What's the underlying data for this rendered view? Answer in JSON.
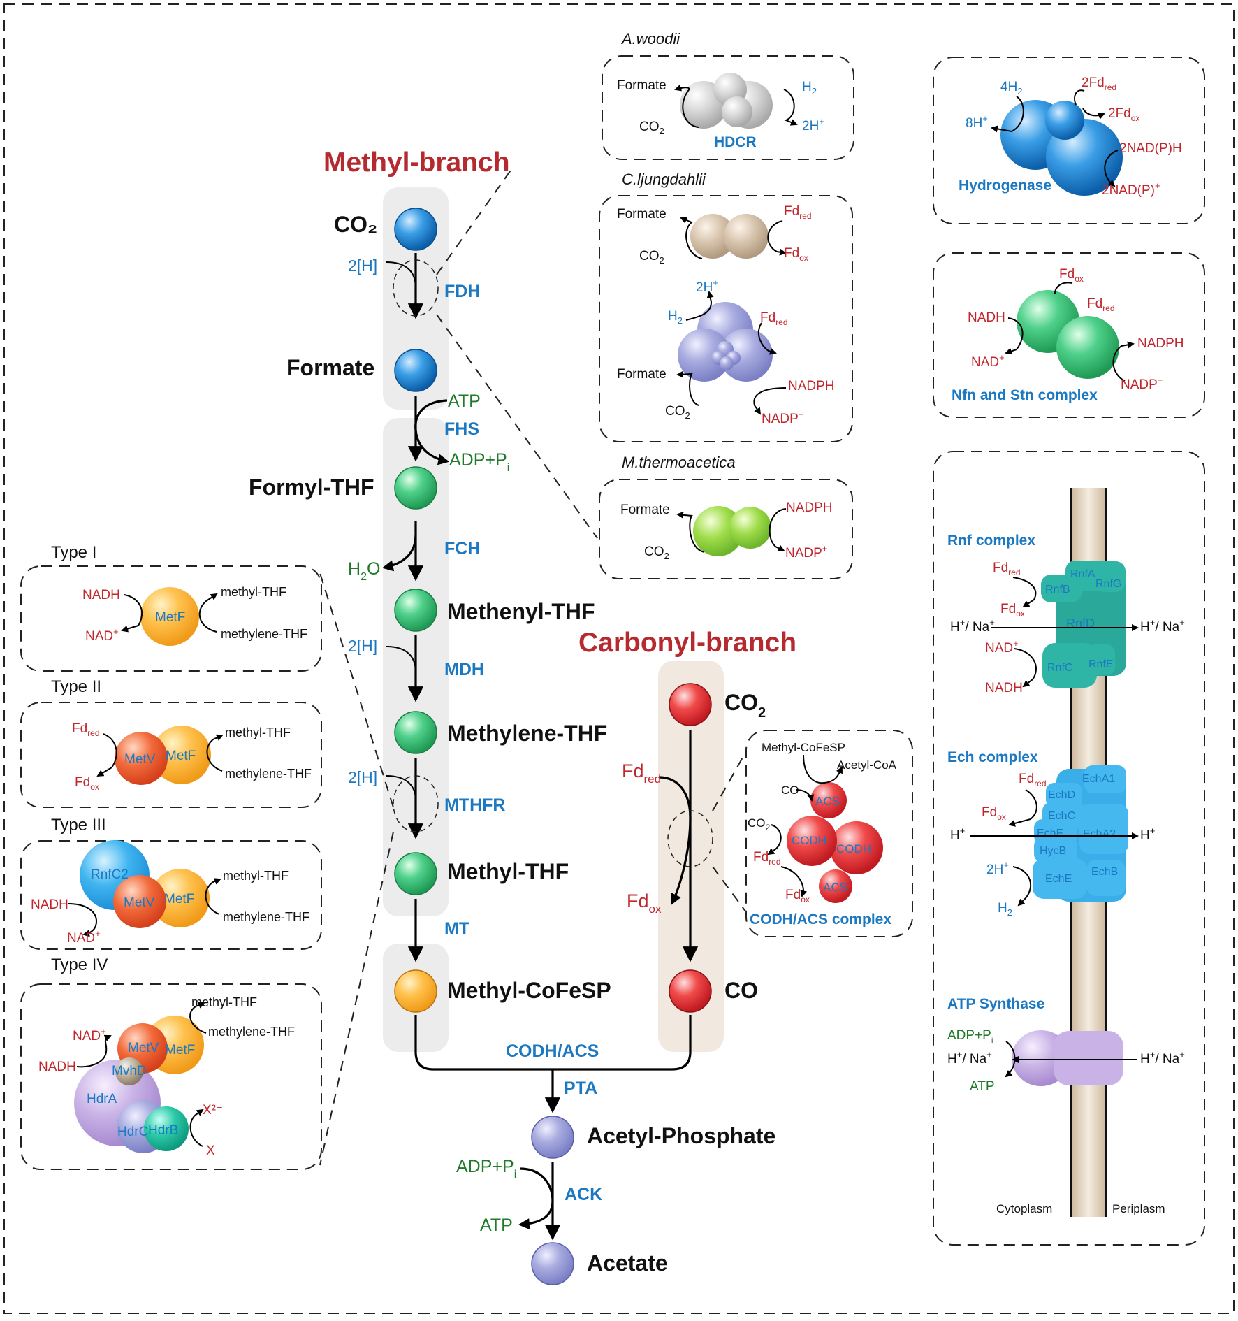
{
  "branches": {
    "methyl": "Methyl-branch",
    "carbonyl": "Carbonyl-branch"
  },
  "metabolites": {
    "co2_methyl": "CO₂",
    "formate": "Formate",
    "formyl_thf": "Formyl-THF",
    "methenyl_thf": "Methenyl-THF",
    "methylene_thf": "Methylene-THF",
    "methyl_thf": "Methyl-THF",
    "methyl_cofesp": "Methyl-CoFeSP",
    "co2_carbonyl_base": "CO",
    "co2_carbonyl_sub": "2",
    "co": "CO",
    "acetyl_phosphate": "Acetyl-Phosphate",
    "acetate": "Acetate"
  },
  "enzymes": {
    "fdh": "FDH",
    "fhs": "FHS",
    "fch": "FCH",
    "mdh": "MDH",
    "mthfr": "MTHFR",
    "mt": "MT",
    "codh_acs": "CODH/ACS",
    "pta": "PTA",
    "ack": "ACK"
  },
  "cofactors": {
    "two_h": "2[H]",
    "atp": "ATP",
    "adp_pi_base": "ADP+P",
    "adp_pi_sub": "i",
    "h2o_base": "H",
    "h2o_sub": "2",
    "h2o_end": "O",
    "fd": "Fd",
    "red": "red",
    "ox": "ox"
  },
  "species": {
    "awoodii": "A.woodii",
    "cljungdahlii": "C.ljungdahlii",
    "mthermoacetica": "M.thermoacetica"
  },
  "fdh_panels": {
    "formate": "Formate",
    "co": "CO",
    "sub2": "2",
    "hdcr": "HDCR",
    "h_base": "H",
    "two_h_plus": "2H",
    "plus": "+",
    "nadph": "NADPH",
    "nadp": "NADP"
  },
  "mthfr_types": {
    "type1": "Type I",
    "type2": "Type II",
    "type3": "Type III",
    "type4": "Type IV",
    "nadh": "NADH",
    "nad": "NAD",
    "plus": "+",
    "fd": "Fd",
    "red": "red",
    "ox": "ox",
    "methyl_thf": "methyl-THF",
    "methylene_thf": "methylene-THF",
    "metf": "MetF",
    "metv": "MetV",
    "rnfc2": "RnfC2",
    "mvhd": "MvhD",
    "hdra": "HdrA",
    "hdrc": "HdrC",
    "hdrb": "HdrB",
    "x2": "X²⁻",
    "x": "X"
  },
  "codh_acs_complex": {
    "title": "CODH/ACS complex",
    "methyl_cofesp": "Methyl-CoFeSP",
    "acetyl_coa": "Acetyl-CoA",
    "co": "CO",
    "acs": "ACS",
    "codh": "CODH"
  },
  "hydrogenase": {
    "title": "Hydrogenase",
    "four_h2": "4H",
    "eight_h": "8H",
    "two_fd_red": "2Fd",
    "two_fd_ox": "2Fd",
    "nadph_left": "2NAD(P)H",
    "nadp_left": "2NAD(P)"
  },
  "nfn": {
    "title": "Nfn and Stn complex",
    "nadh": "NADH",
    "nad": "NAD",
    "nadph": "NADPH",
    "nadp": "NADP"
  },
  "membrane": {
    "rnf_title": "Rnf complex",
    "ech_title": "Ech complex",
    "atp_title": "ATP Synthase",
    "rnfa": "RnfA",
    "rnfb": "RnfB",
    "rnfg": "RnfG",
    "rnfd": "RnfD",
    "rnfc": "RnfC",
    "rnfe": "RnfE",
    "echa1": "EchA1",
    "echd": "EchD",
    "echc": "EchC",
    "echf": "EchF",
    "echa2": "EchA2",
    "hycb": "HycB",
    "eche": "EchE",
    "echb": "EchB",
    "h_na": "H",
    "slash_na": "/ Na",
    "h_plus": "H",
    "adp_pi": "ADP+P",
    "atp": "ATP",
    "nad": "NAD",
    "nadh": "NADH",
    "cytoplasm": "Cytoplasm",
    "periplasm": "Periplasm"
  },
  "colors": {
    "blue": "#1b78c2",
    "red": "#c0272d",
    "green": "#1f7a2a",
    "branch_red": "#b52a2f",
    "grey_panel": "#ececec",
    "tan_panel": "#f1e9df"
  }
}
